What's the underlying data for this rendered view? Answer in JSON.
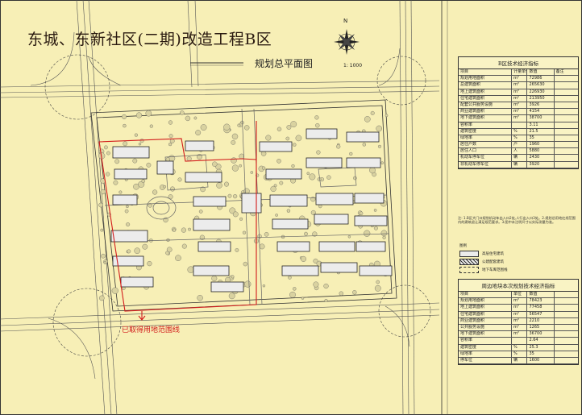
{
  "title": "东城、东新社区(二期)改造工程B区",
  "subtitle": "规划总平面图",
  "north_label": "N",
  "scale_label": "1: 1000",
  "red_boundary_label": "已取得用地范围线",
  "colors": {
    "paper": "#f7efb6",
    "red_line": "#d21c1c",
    "ink": "#222222"
  },
  "table1": {
    "title": "B区技术经济指标",
    "rows": [
      [
        "项目",
        "计量单位",
        "数值",
        "备注"
      ],
      [
        "规划用地面积",
        "m²",
        "72986",
        ""
      ],
      [
        "总建筑面积",
        "m²",
        "265630",
        ""
      ],
      [
        "地上建筑面积",
        "m²",
        "226930",
        ""
      ],
      [
        "住宅建筑面积",
        "m²",
        "213950",
        ""
      ],
      [
        "配套公共服务设施",
        "m²",
        "3926",
        ""
      ],
      [
        "商业建筑面积",
        "m²",
        "4154",
        ""
      ],
      [
        "地下建筑面积",
        "m²",
        "38700",
        ""
      ],
      [
        "容积率",
        "",
        "3.11",
        ""
      ],
      [
        "建筑密度",
        "%",
        "21.5",
        ""
      ],
      [
        "绿地率",
        "%",
        "35",
        ""
      ],
      [
        "居住户数",
        "户",
        "1960",
        ""
      ],
      [
        "居住人口",
        "人",
        "5880",
        ""
      ],
      [
        "机动车停车位",
        "辆",
        "2430",
        ""
      ],
      [
        "非机动车停车位",
        "辆",
        "3920",
        ""
      ]
    ]
  },
  "table2": {
    "title": "周边地块本次规划技术经济指标",
    "rows": [
      [
        "项目",
        "单位",
        "数值",
        ""
      ],
      [
        "规划用地面积",
        "m²",
        "78423",
        ""
      ],
      [
        "地上建筑面积",
        "m²",
        "77458",
        ""
      ],
      [
        "住宅建筑面积",
        "m²",
        "56547",
        ""
      ],
      [
        "商业建筑面积",
        "m²",
        "2210",
        ""
      ],
      [
        "公共服务设施",
        "m²",
        "1265",
        ""
      ],
      [
        "地下建筑面积",
        "m²",
        "36700",
        ""
      ],
      [
        "容积率",
        "",
        "2.64",
        ""
      ],
      [
        "建筑密度",
        "%",
        "25.3",
        ""
      ],
      [
        "绿地率",
        "%",
        "35",
        ""
      ],
      [
        "停车位",
        "辆",
        "1600",
        ""
      ]
    ]
  },
  "legend": {
    "title": "图例",
    "items": [
      "高层住宅建筑",
      "公建配套建筑",
      "地下车库范围线"
    ]
  },
  "notes": "注: 1.B区大门口规划机动车出入口2处,人行出入口3处。2.规划总用地红线范围内的建筑退让满足规范要求。3.图中未注明尺寸以实际测量为准。"
}
